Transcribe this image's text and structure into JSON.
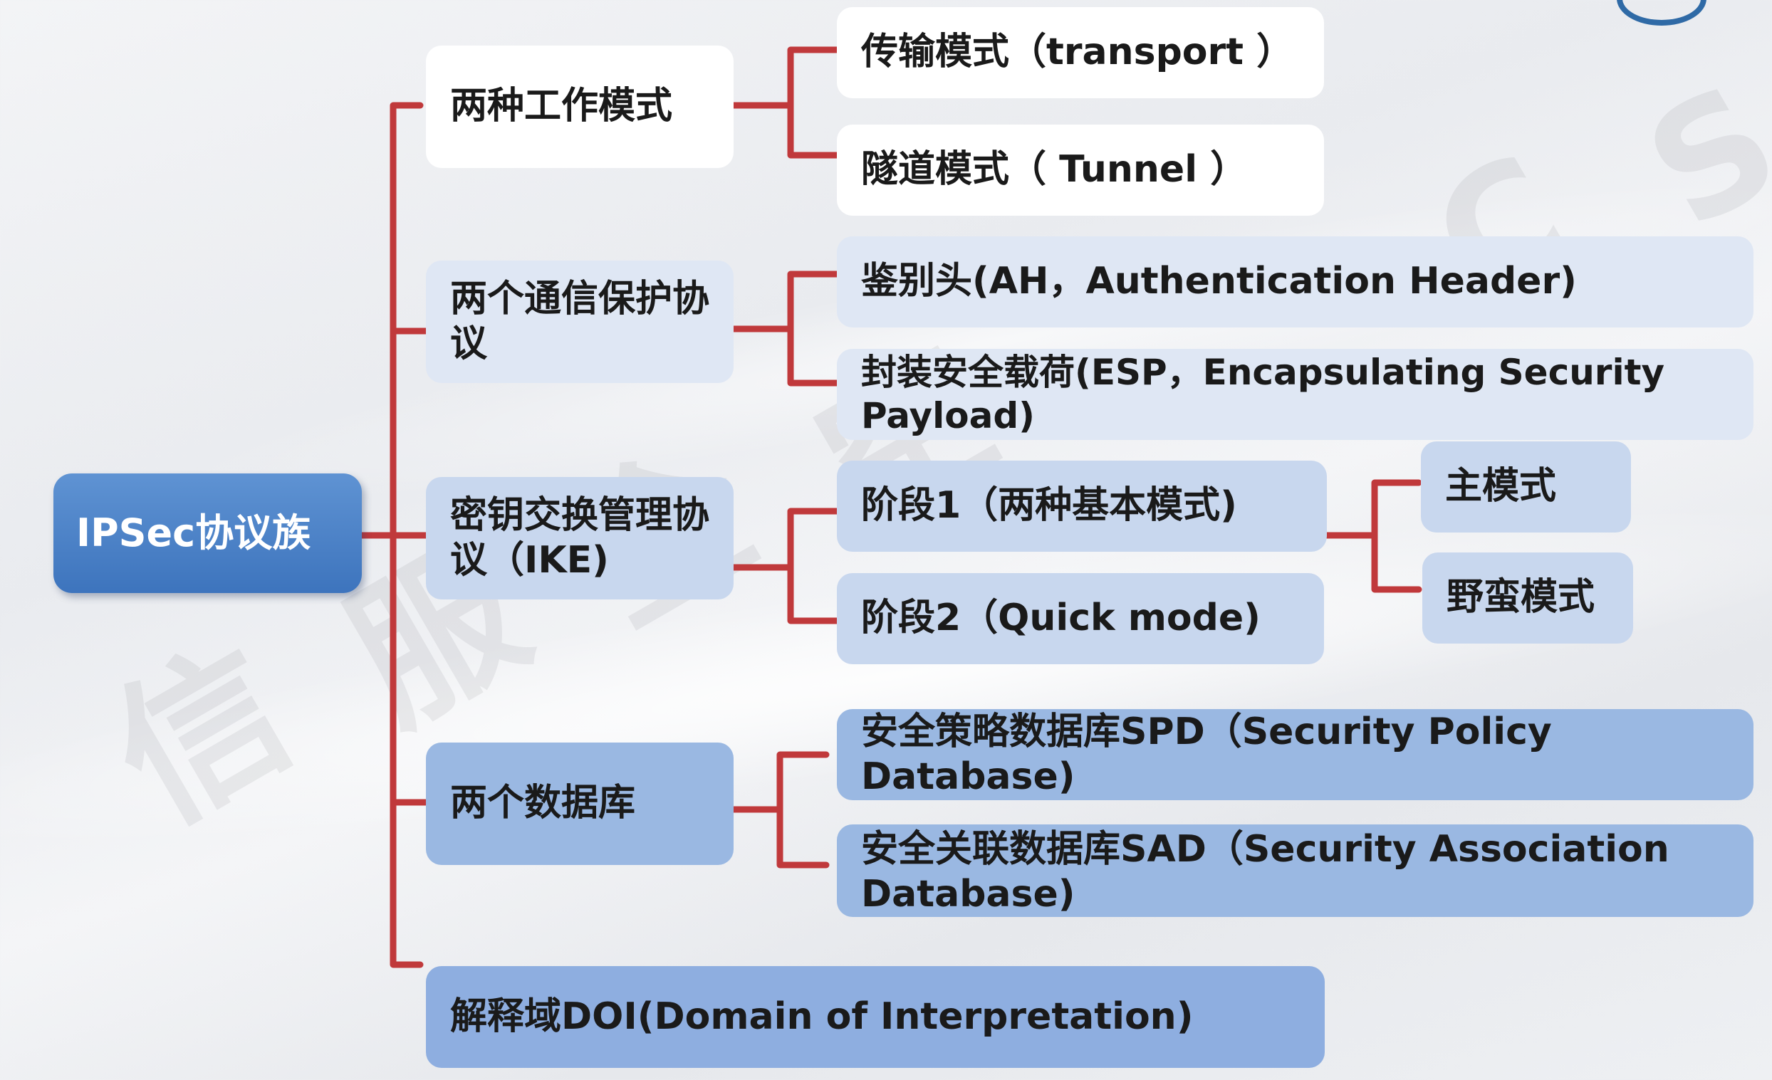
{
  "root": {
    "label": "IPSec协议族"
  },
  "branches": [
    {
      "label": "两种工作模式",
      "children": [
        "传输模式（transport ）",
        "隧道模式（ Tunnel ）"
      ]
    },
    {
      "label": "两个通信保护协议",
      "children": [
        "鉴别头(AH，Authentication Header)",
        "封装安全载荷(ESP，Encapsulating Security Payload)"
      ]
    },
    {
      "label": "密钥交换管理协议（IKE)",
      "children": [
        "阶段1（两种基本模式)",
        "阶段2（Quick mode)"
      ],
      "phase1_children": [
        "主模式",
        "野蛮模式"
      ]
    },
    {
      "label": "两个数据库",
      "children": [
        "安全策略数据库SPD（Security Policy Database)",
        "安全关联数据库SAD（Security Association Database)"
      ]
    },
    {
      "label": "解释域DOI(Domain of Interpretation)"
    }
  ],
  "watermark": {
    "chars": [
      "信",
      "服",
      "全",
      "空",
      "C",
      "S"
    ]
  },
  "colors": {
    "connector": "#c0393b",
    "root_fill": "#4a80c6"
  }
}
